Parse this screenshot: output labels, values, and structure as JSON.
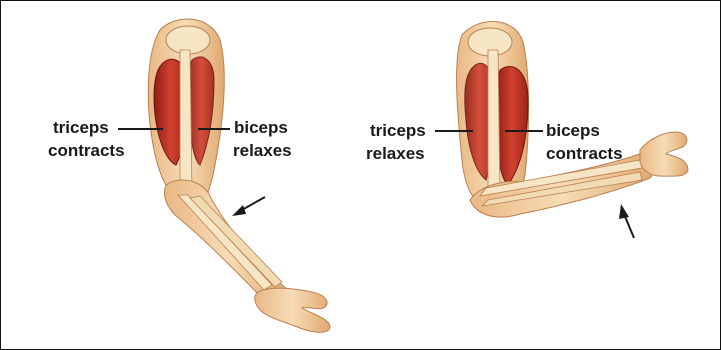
{
  "left_arm": {
    "label_left_line1": "triceps",
    "label_left_line2": "contracts",
    "label_right_line1": "biceps",
    "label_right_line2": "relaxes"
  },
  "right_arm": {
    "label_left_line1": "triceps",
    "label_left_line2": "relaxes",
    "label_right_line1": "biceps",
    "label_right_line2": "contracts"
  },
  "colors": {
    "skin": "#f3d3a8",
    "skin_shadow": "#d9a66e",
    "muscle": "#c8362a",
    "muscle_dark": "#8f1d16",
    "bone": "#f6e6c6",
    "line": "#1a1a1a"
  }
}
